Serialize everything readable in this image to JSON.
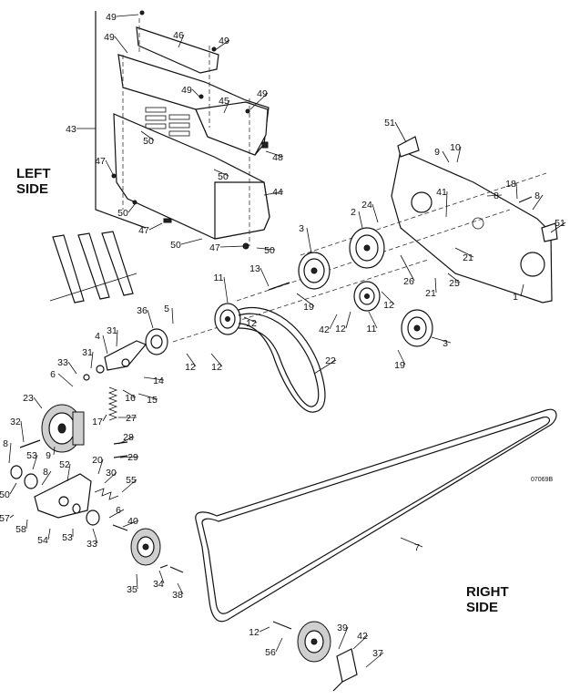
{
  "labels": {
    "left_side_line1": "LEFT",
    "left_side_line2": "SIDE",
    "right_side_line1": "RIGHT",
    "right_side_line2": "SIDE",
    "drawing_code": "07069B"
  },
  "callouts": [
    "49",
    "46",
    "49",
    "49",
    "49",
    "45",
    "49",
    "43",
    "50",
    "48",
    "50",
    "47",
    "44",
    "50",
    "47",
    "50",
    "47",
    "50",
    "51",
    "9",
    "10",
    "18",
    "8",
    "8",
    "51",
    "24",
    "41",
    "2",
    "3",
    "21",
    "26",
    "21",
    "25",
    "1",
    "13",
    "19",
    "42",
    "12",
    "11",
    "12",
    "3",
    "19",
    "11",
    "12",
    "5",
    "36",
    "12",
    "12",
    "22",
    "31",
    "4",
    "31",
    "33",
    "14",
    "6",
    "16",
    "15",
    "17",
    "27",
    "23",
    "32",
    "8",
    "9",
    "28",
    "29",
    "53",
    "52",
    "8",
    "20",
    "30",
    "55",
    "50",
    "57",
    "58",
    "54",
    "53",
    "33",
    "6",
    "40",
    "7",
    "34",
    "35",
    "38",
    "12",
    "56",
    "39",
    "42",
    "37"
  ]
}
